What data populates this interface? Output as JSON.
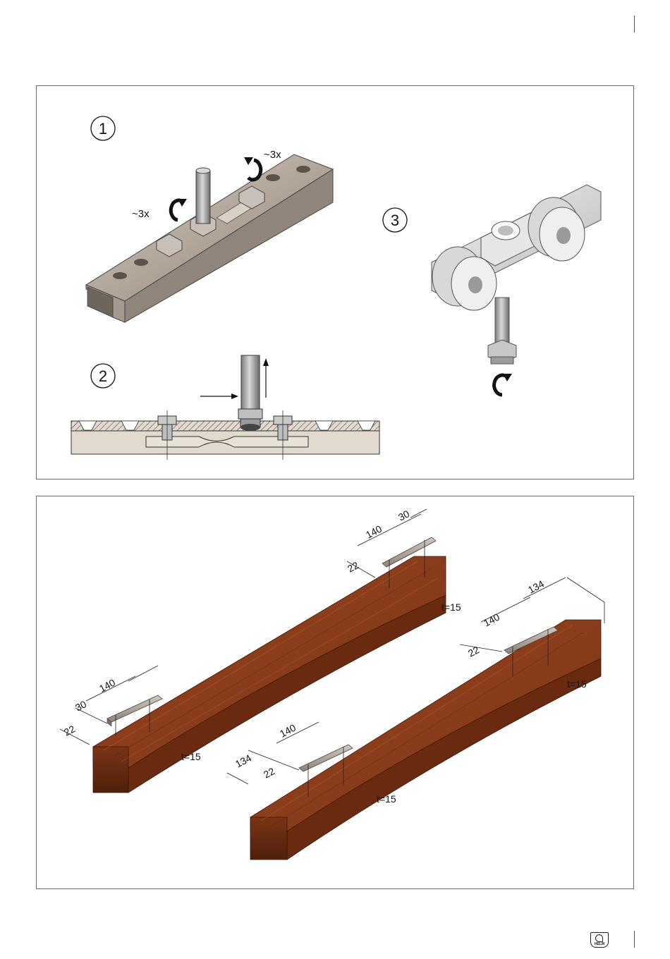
{
  "steps": [
    {
      "number": "1"
    },
    {
      "number": "2"
    },
    {
      "number": "3"
    }
  ],
  "rotations": {
    "left": "~3x",
    "right": "~3x"
  },
  "dimensions": {
    "left_beam": {
      "d1": "22",
      "d2": "30",
      "d3": "140",
      "thickness": "t=15"
    },
    "top_beam": {
      "d1": "22",
      "d2": "140",
      "d3": "30",
      "thickness": "t=15"
    },
    "middle_beam": {
      "d1": "134",
      "d2": "22",
      "d3": "140",
      "thickness": "t=15"
    },
    "right_beam": {
      "d1": "22",
      "d2": "140",
      "d3": "134",
      "thickness": "t=15"
    }
  },
  "colors": {
    "wood": "#8a3d1c",
    "wood_dark": "#5e2610",
    "metal": "#b9ada1",
    "metal_dark": "#7d7369",
    "frame": "#6b6b6b"
  },
  "logo": {
    "text": "HELM"
  }
}
